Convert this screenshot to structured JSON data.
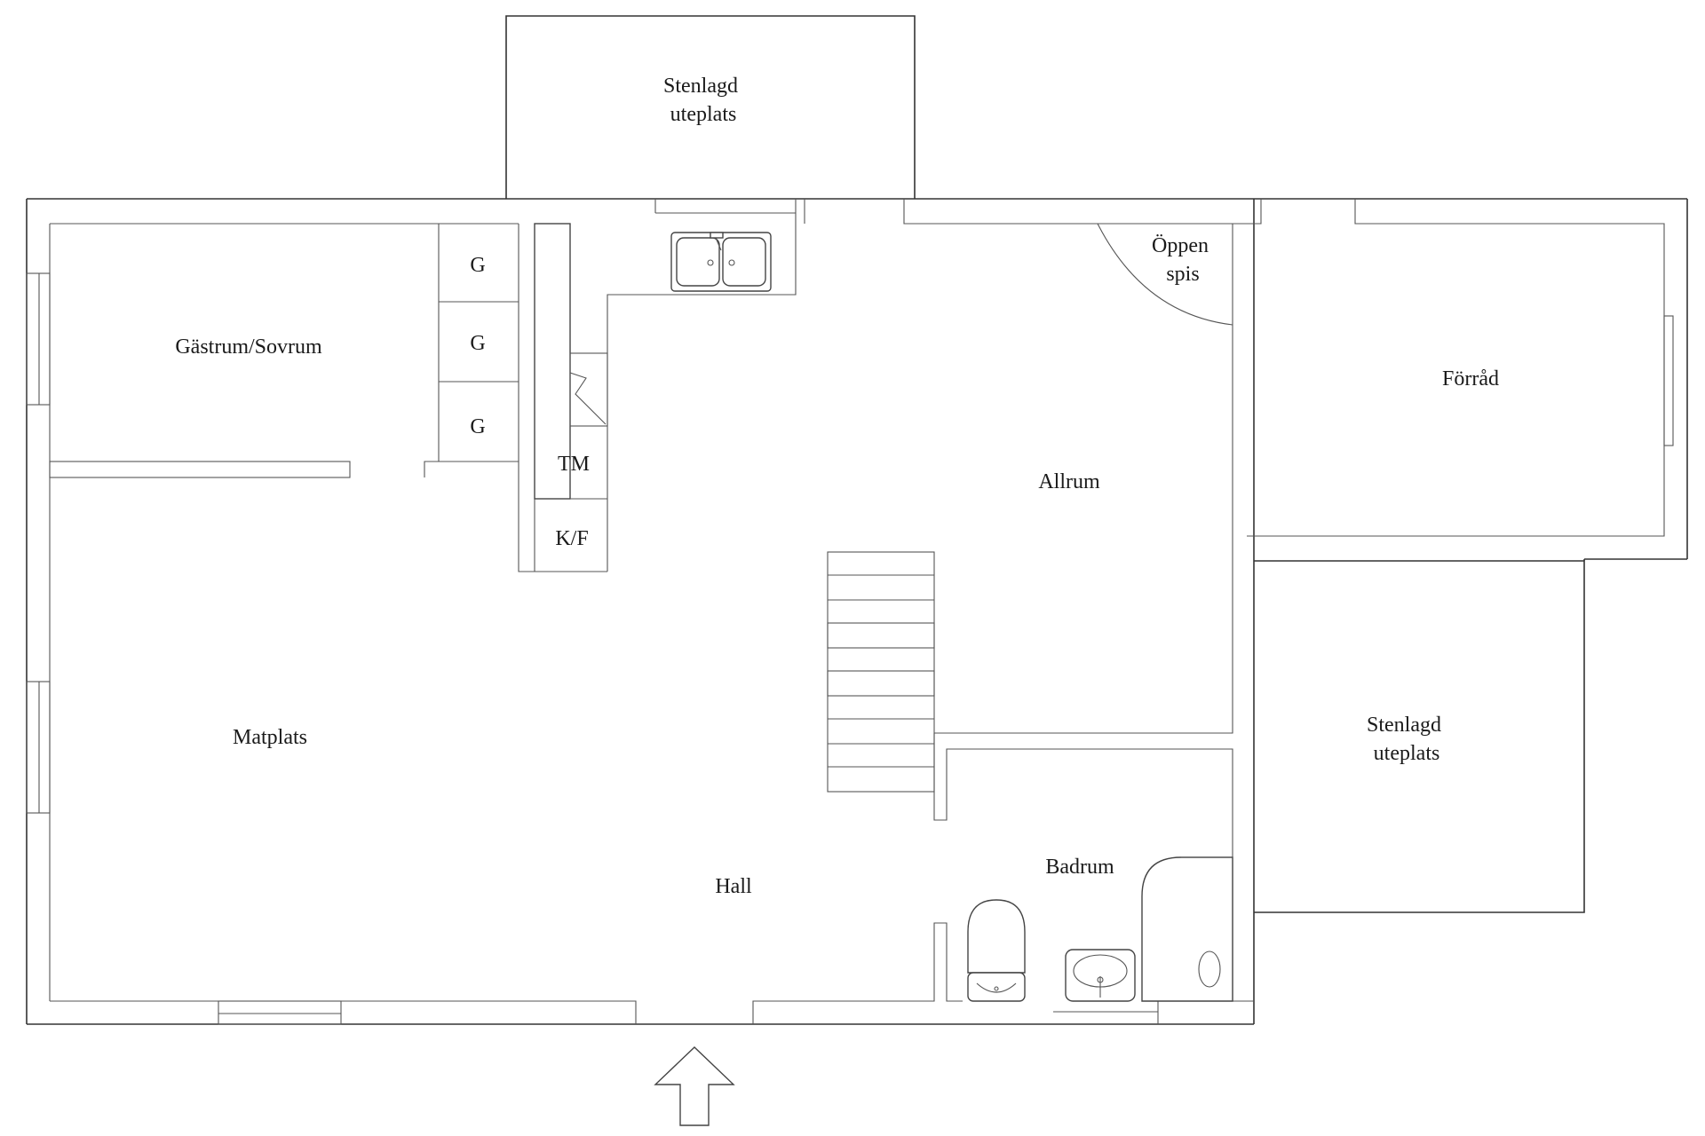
{
  "rooms": {
    "patio_top": [
      "Stenlagd",
      "uteplats"
    ],
    "guest_room": "Gästrum/Sovrum",
    "wardrobe_1": "G",
    "wardrobe_2": "G",
    "wardrobe_3": "G",
    "tm": "TM",
    "kf": "K/F",
    "fireplace": [
      "Öppen",
      "spis"
    ],
    "storage": "Förråd",
    "living_room": "Allrum",
    "dining": "Matplats",
    "hall": "Hall",
    "bathroom": "Badrum",
    "patio_right": [
      "Stenlagd",
      "uteplats"
    ]
  }
}
